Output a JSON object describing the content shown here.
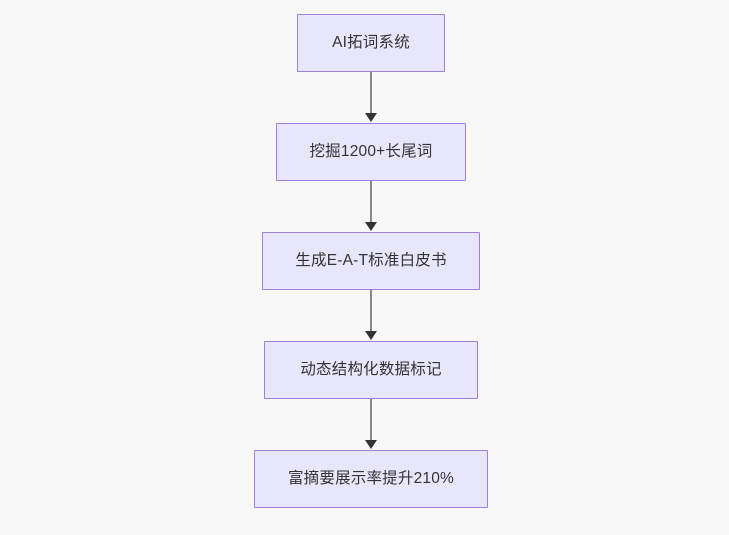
{
  "diagram": {
    "type": "flowchart",
    "direction": "top-to-bottom",
    "background_color": "#f8f8f8",
    "node_fill_color": "#e8e6fb",
    "node_border_color": "#9f7fd8",
    "node_text_color": "#333333",
    "edge_color": "#888888",
    "arrowhead_color": "#333333",
    "nodes": [
      {
        "id": "n1",
        "label": "AI拓词系统"
      },
      {
        "id": "n2",
        "label": "挖掘1200+长尾词"
      },
      {
        "id": "n3",
        "label": "生成E-A-T标准白皮书"
      },
      {
        "id": "n4",
        "label": "动态结构化数据标记"
      },
      {
        "id": "n5",
        "label": "富摘要展示率提升210%"
      }
    ],
    "edges": [
      {
        "from": "n1",
        "to": "n2",
        "label": ""
      },
      {
        "from": "n2",
        "to": "n3",
        "label": ""
      },
      {
        "from": "n3",
        "to": "n4",
        "label": ""
      },
      {
        "from": "n4",
        "to": "n5",
        "label": ""
      }
    ]
  }
}
